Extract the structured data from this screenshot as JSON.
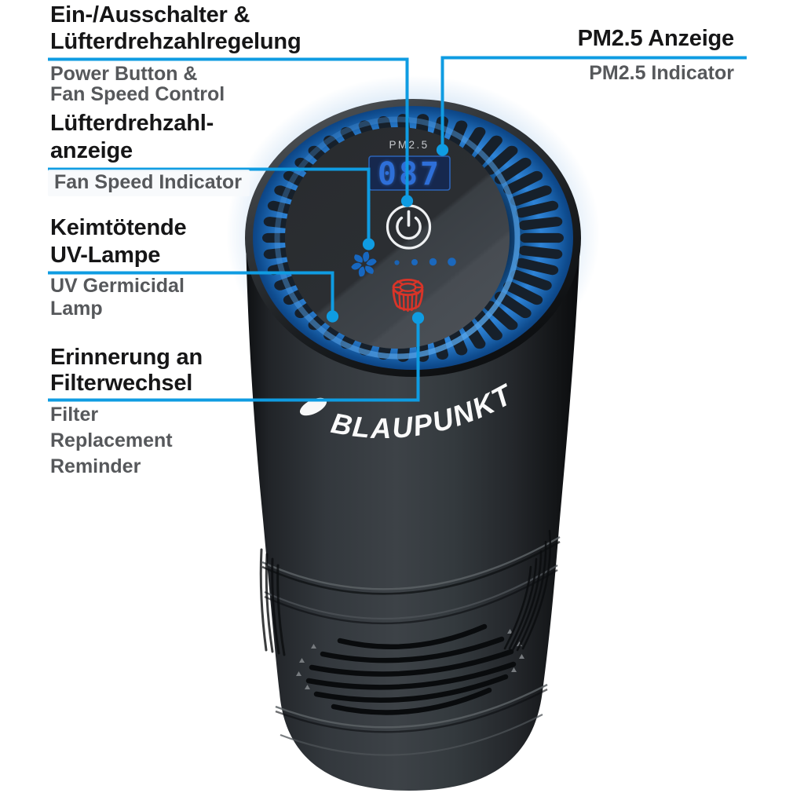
{
  "callouts": {
    "power": {
      "german_line1": "Ein-/Ausschalter &",
      "german_line2": "Lüfterdrehzahlregelung",
      "english_line1": "Power Button &",
      "english_line2": "Fan Speed Control"
    },
    "pm25": {
      "german_line1": "PM2.5 Anzeige",
      "english_line1": "PM2.5 Indicator"
    },
    "fan_speed": {
      "german_line1": "Lüfterdrehzahl-",
      "german_line2": "anzeige",
      "english_line1": "Fan Speed Indicator"
    },
    "uv_lamp": {
      "german_line1": "Keimtötende",
      "german_line2": "UV-Lampe",
      "english_line1": "UV Germicidal",
      "english_line2": "Lamp"
    },
    "filter": {
      "german_line1": "Erinnerung an",
      "german_line2": "Filterwechsel",
      "english_line1": "Filter",
      "english_line2": "Replacement",
      "english_line3": "Reminder"
    }
  },
  "device": {
    "brand": "BLAUPUNKT",
    "top_panel": {
      "pm_label": "PM2.5",
      "pm_value": "087"
    },
    "icons": [
      "power-icon",
      "fan-icon",
      "filter-icon",
      "fan-speed-level-dots",
      "pm25-display"
    ]
  },
  "colors": {
    "callout_blue": "#0f9ce2",
    "german_label": "#161617",
    "english_label": "#56585b",
    "ring_glow_blue": "#2e84d8",
    "display_digits_blue": "#2e6fd8",
    "display_background": "#16284e",
    "filter_icon_red": "#da3428",
    "fan_icon_blue": "#1767c0",
    "power_icon_white": "#eef0f2",
    "logo_white": "#fafafa",
    "body_charcoal": "#33383d"
  }
}
